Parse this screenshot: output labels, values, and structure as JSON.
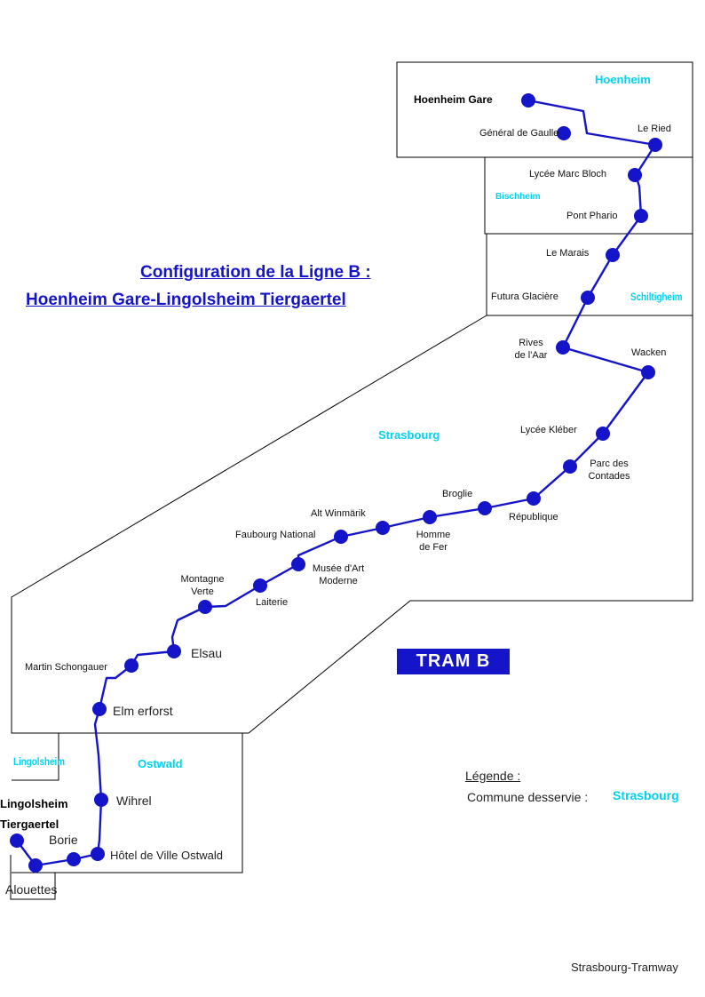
{
  "title": {
    "line1": "Configuration de la Ligne B :",
    "line2": "Hoenheim Gare-Lingolsheim Tiergaertel"
  },
  "badge": "TRAM B",
  "legend": {
    "heading": "Légende :",
    "item_label": "Commune desservie :",
    "item_example": "Strasbourg"
  },
  "source": "Strasbourg-Tramway",
  "colors": {
    "line": "#1414c8",
    "station": "#1414c8",
    "commune_label": "#00d2f0",
    "boundary": "#000000",
    "badge_bg": "#1414c8",
    "badge_text": "#ffffff"
  },
  "communes": {
    "hoenheim": "Hoenheim",
    "bischheim": "Bischheim",
    "schiltigheim": "Schiltigheim",
    "strasbourg": "Strasbourg",
    "lingolsheim": "Lingolsheim",
    "ostwald": "Ostwald"
  },
  "stations": [
    {
      "id": "hoenheim-gare",
      "name": "Hoenheim Gare",
      "terminus": true
    },
    {
      "id": "general-de-gaulle",
      "name": "Général de Gaulle"
    },
    {
      "id": "le-ried",
      "name": "Le Ried"
    },
    {
      "id": "lycee-marc-bloch",
      "name": "Lycée Marc Bloch"
    },
    {
      "id": "pont-phario",
      "name": "Pont Phario"
    },
    {
      "id": "le-marais",
      "name": "Le Marais"
    },
    {
      "id": "futura-glaciere",
      "name": "Futura Glacière"
    },
    {
      "id": "rives-de-l-aar",
      "name": "Rives\nde l'Aar"
    },
    {
      "id": "wacken",
      "name": "Wacken"
    },
    {
      "id": "lycee-kleber",
      "name": "Lycée Kléber"
    },
    {
      "id": "parc-des-contades",
      "name": "Parc des\nContades"
    },
    {
      "id": "republique",
      "name": "République"
    },
    {
      "id": "broglie",
      "name": "Broglie"
    },
    {
      "id": "homme-de-fer",
      "name": "Homme\nde Fer"
    },
    {
      "id": "alt-winmarik",
      "name": "Alt Winmärik"
    },
    {
      "id": "faubourg-national",
      "name": "Faubourg National"
    },
    {
      "id": "musee-d-art-moderne",
      "name": "Musée d'Art\nModerne"
    },
    {
      "id": "laiterie",
      "name": "Laiterie"
    },
    {
      "id": "montagne-verte",
      "name": "Montagne\nVerte"
    },
    {
      "id": "elsau",
      "name": "Elsau"
    },
    {
      "id": "martin-schongauer",
      "name": "Martin Schongauer"
    },
    {
      "id": "elmerforst",
      "name": "Elm erforst"
    },
    {
      "id": "wihrel",
      "name": "Wihrel"
    },
    {
      "id": "hotel-de-ville-ostwald",
      "name": "Hôtel de Ville Ostwald"
    },
    {
      "id": "borie",
      "name": "Borie"
    },
    {
      "id": "alouettes",
      "name": "Alouettes"
    },
    {
      "id": "lingolsheim-tiergaertel",
      "name": "Lingolsheim\nTiergaertel",
      "terminus": true
    }
  ]
}
